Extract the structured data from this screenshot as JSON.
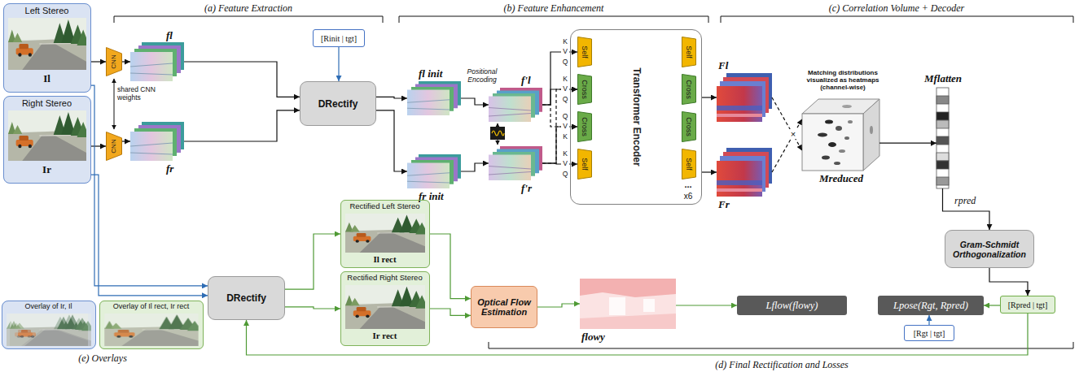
{
  "diagram": {
    "nodes": [
      {
        "text": [
          "Left Stereo",
          "Il"
        ]
      },
      {
        "text": [
          "Right Stereo",
          "Ir"
        ]
      },
      {
        "text": [
          "CNN"
        ]
      },
      {
        "text": [
          "CNN"
        ]
      },
      {
        "text": [
          "fl"
        ]
      },
      {
        "text": [
          "fr"
        ]
      },
      {
        "text": [
          "[Rinit | tgt]"
        ]
      },
      {
        "text": [
          "DRectify"
        ]
      },
      {
        "text": [
          "fl init"
        ]
      },
      {
        "text": [
          "fr init"
        ]
      },
      {
        "text": [
          "f'l"
        ]
      },
      {
        "text": [
          "f'r"
        ]
      },
      {
        "text": [
          "Transformer Encoder"
        ]
      },
      {
        "text": [
          "Self"
        ],
        "in": 12
      },
      {
        "text": [
          "Cross"
        ],
        "in": 12
      },
      {
        "text": [
          "Cross"
        ],
        "in": 12
      },
      {
        "text": [
          "Self"
        ],
        "in": 12
      },
      {
        "text": [
          "Self"
        ],
        "in": 12
      },
      {
        "text": [
          "Cross"
        ],
        "in": 12
      },
      {
        "text": [
          "Cross"
        ],
        "in": 12
      },
      {
        "text": [
          "Self"
        ],
        "in": 12
      },
      {
        "text": [
          "Fl"
        ]
      },
      {
        "text": [
          "Fr"
        ]
      },
      {
        "text": [
          "Matching distributions visualized as heatmaps (channel-wise)",
          "Mreduced"
        ]
      },
      {
        "text": [
          "Mflatten"
        ]
      },
      {
        "text": [
          "Gram-Schmidt Orthogonalization"
        ]
      },
      {
        "text": [
          "[Rpred | tgt]"
        ]
      },
      {
        "text": [
          "Lpose(Rgt, Rpred)"
        ]
      },
      {
        "text": [
          "[Rgt | tgt]"
        ]
      },
      {
        "text": [
          "Lflow(flowy)"
        ]
      },
      {
        "text": [
          "flowy"
        ]
      },
      {
        "text": [
          "Optical Flow Estimation"
        ]
      },
      {
        "text": [
          "Rectified Left Stereo",
          "Il rect"
        ]
      },
      {
        "text": [
          "Rectified Right Stereo",
          "Ir rect"
        ]
      },
      {
        "text": [
          "DRectify"
        ]
      },
      {
        "text": [
          "Overlay of Ir, Il"
        ]
      },
      {
        "text": [
          "Overlay of Il rect, Ir rect"
        ]
      }
    ],
    "edges": [
      {
        "from": 0,
        "to": 2,
        "arrow": "to"
      },
      {
        "from": 1,
        "to": 3,
        "arrow": "to"
      },
      {
        "from": 2,
        "to": 4,
        "arrow": "to"
      },
      {
        "from": 3,
        "to": 5,
        "arrow": "to"
      },
      {
        "from": 4,
        "to": 7,
        "arrow": "to"
      },
      {
        "from": 5,
        "to": 7,
        "arrow": "to"
      },
      {
        "from": 6,
        "to": 7,
        "arrow": "to"
      },
      {
        "from": 7,
        "to": 8,
        "arrow": "to"
      },
      {
        "from": 7,
        "to": 9,
        "arrow": "to"
      },
      {
        "from": 8,
        "to": 10,
        "arrow": "to"
      },
      {
        "from": 9,
        "to": 11,
        "arrow": "to"
      },
      {
        "from": 10,
        "to": 13,
        "arrow": "to"
      },
      {
        "from": 10,
        "to": 14,
        "arrow": "to"
      },
      {
        "from": 10,
        "to": 15,
        "arrow": "to"
      },
      {
        "from": 11,
        "to": 14,
        "arrow": "to"
      },
      {
        "from": 11,
        "to": 15,
        "arrow": "to"
      },
      {
        "from": 11,
        "to": 16,
        "arrow": "to"
      },
      {
        "from": 12,
        "to": 21,
        "arrow": "to"
      },
      {
        "from": 12,
        "to": 22,
        "arrow": "to"
      },
      {
        "from": 21,
        "to": 23,
        "arrow": "to"
      },
      {
        "from": 22,
        "to": 23,
        "arrow": "to"
      },
      {
        "from": 23,
        "to": 24,
        "arrow": "to"
      },
      {
        "from": 24,
        "to": 25,
        "label": "rpred",
        "arrow": "to"
      },
      {
        "from": 25,
        "to": 26,
        "arrow": "to"
      },
      {
        "from": 26,
        "to": 27,
        "arrow": "to"
      },
      {
        "from": 28,
        "to": 27,
        "arrow": "to"
      },
      {
        "from": 26,
        "to": 34,
        "arrow": "to"
      },
      {
        "from": 0,
        "to": 34,
        "arrow": "to"
      },
      {
        "from": 1,
        "to": 34,
        "arrow": "to"
      },
      {
        "from": 34,
        "to": 32,
        "arrow": "to"
      },
      {
        "from": 34,
        "to": 33,
        "arrow": "to"
      },
      {
        "from": 32,
        "to": 31,
        "arrow": "to"
      },
      {
        "from": 33,
        "to": 31,
        "arrow": "to"
      },
      {
        "from": 31,
        "to": 30,
        "arrow": "to"
      },
      {
        "from": 30,
        "to": 29,
        "arrow": "to"
      }
    ],
    "labels": [
      "(a) Feature Extraction",
      "(b) Feature Enhancement",
      "(c) Correlation Volume + Decoder",
      "(d) Final Rectification and Losses",
      "(e) Overlays",
      "shared CNN weights",
      "Positional Encoding",
      "K",
      "V",
      "Q",
      "K",
      "V",
      "Q",
      "Q",
      "V",
      "K",
      "K",
      "V",
      "Q",
      "...",
      "x6",
      "×"
    ]
  }
}
